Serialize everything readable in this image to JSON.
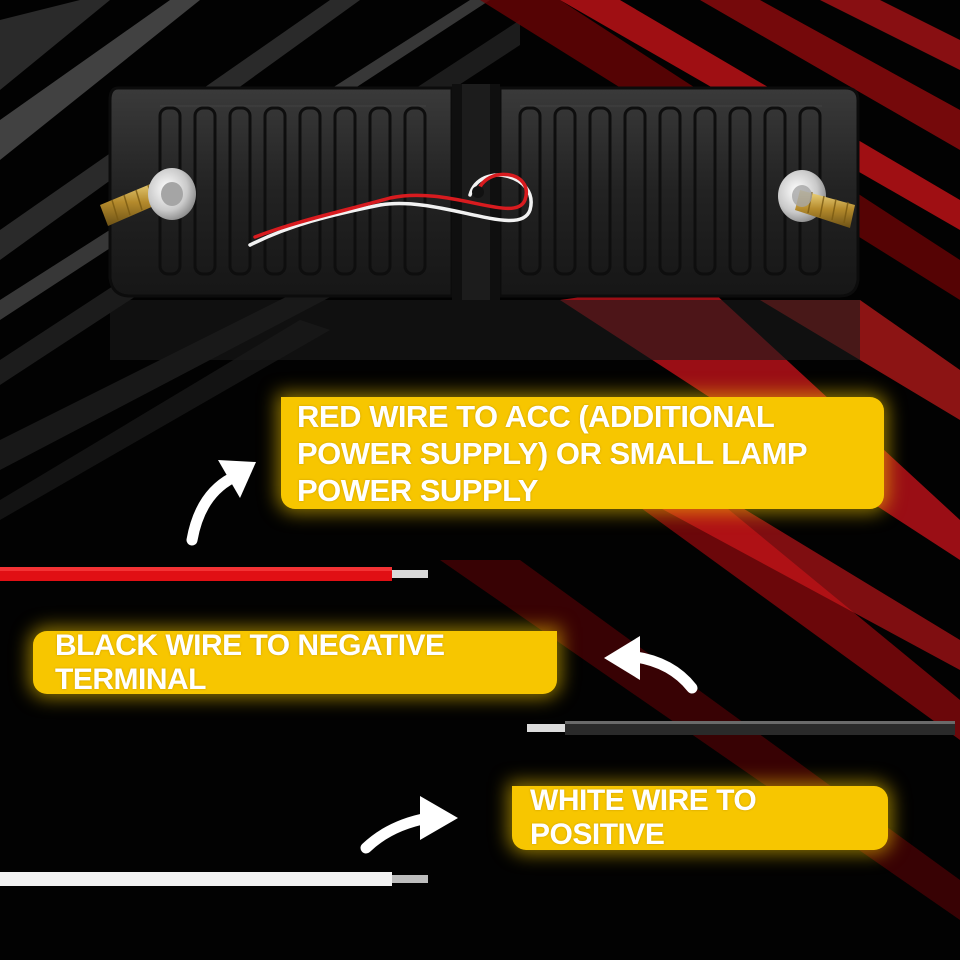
{
  "labels": {
    "red_wire": "RED WIRE TO ACC (ADDITIONAL POWER SUPPLY) OR SMALL LAMP POWER SUPPLY",
    "black_wire": "BLACK WIRE TO NEGATIVE TERMINAL",
    "white_wire": "WHITE WIRE TO POSITIVE"
  },
  "colors": {
    "label_background": "#f7c600",
    "label_text": "#ffffff",
    "red_wire": "#e10f14",
    "black_wire": "#2a2a2a",
    "white_wire": "#f2f2f2",
    "background": "#020202",
    "accent_red_streaks": "#d4141a"
  },
  "icons": [
    "curved-arrow-icon",
    "curved-arrow-icon",
    "curved-arrow-icon",
    "bolt-terminal-icon"
  ]
}
